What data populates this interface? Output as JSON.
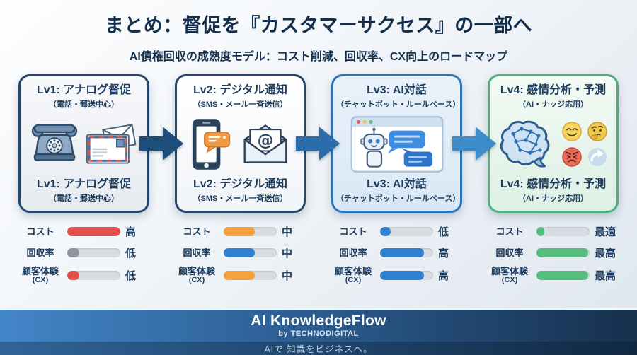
{
  "header": {
    "title": "まとめ：督促を『カスタマーサクセス』の一部へ",
    "subtitle": "AI債権回収の成熟度モデル：コスト削減、回収率、CX向上のロードマップ"
  },
  "stages": [
    {
      "level": "Lv1",
      "card_title": "Lv1: アナログ督促",
      "card_subtitle": "（電話・郵送中心）",
      "bottom_title": "Lv1: アナログ督促",
      "bottom_subtitle": "（電話・郵送中心）",
      "border_color": "#24476b",
      "bg_from": "#f7f8fa",
      "bg_to": "#e7ebf0",
      "icons": [
        "rotary-phone-icon",
        "airmail-envelope-icon"
      ],
      "metrics": [
        {
          "label": "コスト",
          "value": "高",
          "fill_percent": 100,
          "color": "#e2504c"
        },
        {
          "label": "回収率",
          "value": "低",
          "fill_percent": 22,
          "color": "#8f959c"
        },
        {
          "label": "顧客体験",
          "label2": "(CX)",
          "value": "低",
          "fill_percent": 22,
          "color": "#e2504c"
        }
      ]
    },
    {
      "level": "Lv2",
      "card_title": "Lv2: デジタル通知",
      "card_subtitle": "（SMS・メール一斉送信）",
      "bottom_title": "Lv2: デジタル通知",
      "bottom_subtitle": "（SMS・メール一斉送信）",
      "border_color": "#24476b",
      "bg_from": "#ffffff",
      "bg_to": "#f1f4f8",
      "icons": [
        "smartphone-sms-icon",
        "email-at-icon"
      ],
      "metrics": [
        {
          "label": "コスト",
          "value": "中",
          "fill_percent": 58,
          "color": "#f5a13d"
        },
        {
          "label": "回収率",
          "value": "中",
          "fill_percent": 58,
          "color": "#2f7fd3"
        },
        {
          "label": "顧客体験",
          "label2": "(CX)",
          "value": "中",
          "fill_percent": 58,
          "color": "#f5a13d"
        }
      ]
    },
    {
      "level": "Lv3",
      "card_title": "Lv3: AI対話",
      "card_subtitle": "（チャットボット・ルールベース）",
      "bottom_title": "Lv3: AI対話",
      "bottom_subtitle": "（チャットボット・ルールベース）",
      "border_color": "#2e74b5",
      "bg_from": "#eaf2fa",
      "bg_to": "#d9e7f5",
      "icons": [
        "chatbot-window-icon"
      ],
      "metrics": [
        {
          "label": "コスト",
          "value": "低",
          "fill_percent": 20,
          "color": "#2f7fd3"
        },
        {
          "label": "回収率",
          "value": "高",
          "fill_percent": 82,
          "color": "#2f7fd3"
        },
        {
          "label": "顧客体験",
          "label2": "(CX)",
          "value": "高",
          "fill_percent": 82,
          "color": "#2f7fd3"
        }
      ]
    },
    {
      "level": "Lv4",
      "card_title": "Lv4: 感情分析・予測",
      "card_subtitle": "（AI・ナッジ応用）",
      "bottom_title": "Lv4: 感情分析・予測",
      "bottom_subtitle": "（AI・ナッジ応用）",
      "border_color": "#4fae7c",
      "bg_from": "#f2faf4",
      "bg_to": "#def0e4",
      "icons": [
        "brain-network-icon",
        "smiley-face-icon",
        "thinking-face-icon",
        "frustrated-face-icon",
        "nudge-arrow-icon"
      ],
      "metrics": [
        {
          "label": "コスト",
          "value": "最適",
          "fill_percent": 14,
          "color": "#56bd7d"
        },
        {
          "label": "回収率",
          "value": "最高",
          "fill_percent": 97,
          "color": "#56bd7d"
        },
        {
          "label": "顧客体験",
          "label2": "(CX)",
          "value": "最高",
          "fill_percent": 97,
          "color": "#56bd7d"
        }
      ]
    }
  ],
  "arrows": [
    {
      "color": "#1d4e79"
    },
    {
      "color": "#2b6cab"
    },
    {
      "color": "#3f8ccb"
    }
  ],
  "footer": {
    "brand": "AI KnowledgeFlow",
    "byline": "by TECHNODIGITAL",
    "tagline": "AIで 知識をビジネスへ。"
  }
}
